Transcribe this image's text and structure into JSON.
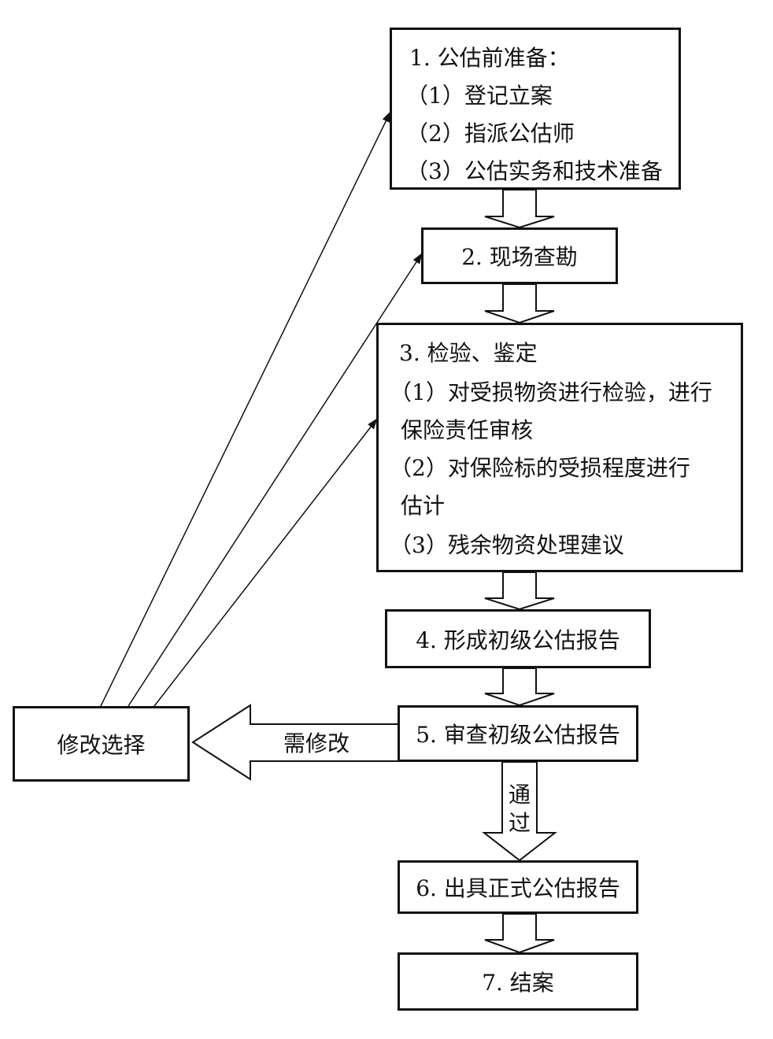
{
  "boxes": {
    "step1": {
      "title": "1. 公估前准备：",
      "items": [
        "（1）登记立案",
        "（2）指派公估师",
        "（3）公估实务和技术准备"
      ]
    },
    "step2": {
      "title": "2. 现场查勘"
    },
    "step3": {
      "title": "3. 检验、鉴定",
      "lines": [
        "（1）对受损物资进行检验，进行",
        "保险责任审核",
        "（2）对保险标的受损程度进行",
        "估计",
        "（3）残余物资处理建议"
      ]
    },
    "step4": {
      "title": "4. 形成初级公估报告"
    },
    "step5": {
      "title": "5. 审查初级公估报告"
    },
    "step6": {
      "title": "6. 出具正式公估报告"
    },
    "step7": {
      "title": "7. 结案"
    },
    "modify": {
      "title": "修改选择"
    }
  },
  "edges": {
    "need_modify": "需修改",
    "pass_1": "通",
    "pass_2": "过"
  }
}
